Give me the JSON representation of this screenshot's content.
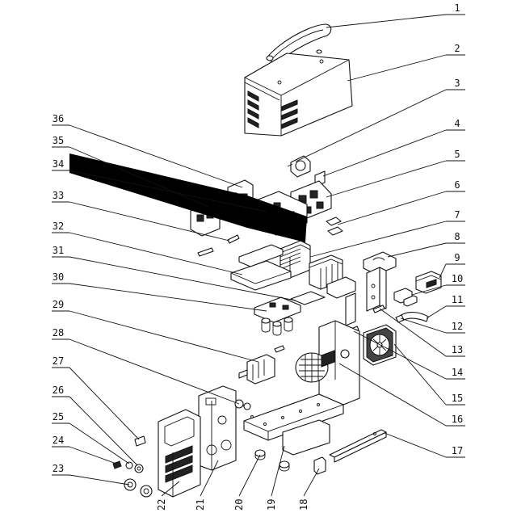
{
  "diagram": {
    "type": "exploded-parts-view",
    "callouts_right": [
      "1",
      "2",
      "3",
      "4",
      "5",
      "6",
      "7",
      "8",
      "9",
      "10",
      "11",
      "12",
      "13",
      "14",
      "15",
      "16",
      "17"
    ],
    "callouts_left": [
      "36",
      "35",
      "34",
      "33",
      "32",
      "31",
      "30",
      "29",
      "28",
      "27",
      "26",
      "25",
      "24",
      "23"
    ],
    "callouts_bottom": [
      "22",
      "21",
      "20",
      "19",
      "18"
    ]
  }
}
